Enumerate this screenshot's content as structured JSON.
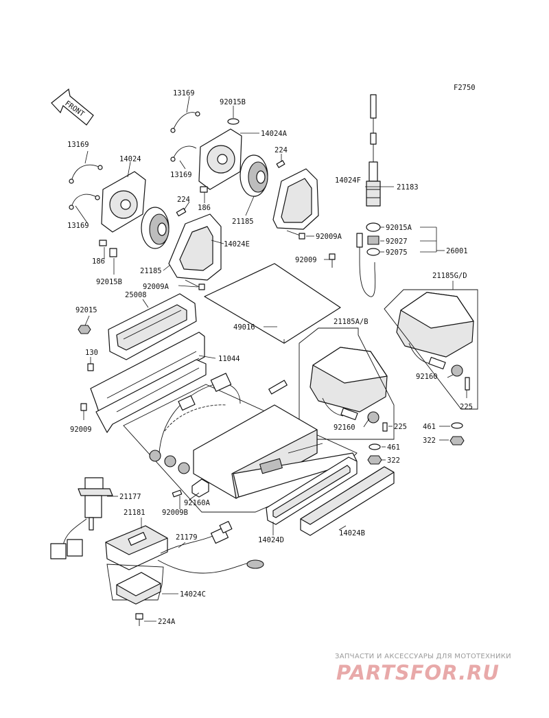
{
  "diagram_code": "F2750",
  "front_label": "FRONT",
  "parts": {
    "p13169_a": "13169",
    "p13169_b": "13169",
    "p13169_c": "13169",
    "p13169_d": "13169",
    "p92015b_a": "92015B",
    "p92015b_b": "92015B",
    "p14024a": "14024A",
    "p224_a": "224",
    "p224_b": "224",
    "p14024": "14024",
    "p186_a": "186",
    "p186_b": "186",
    "p21185_a": "21185",
    "p21185_b": "21185",
    "p14024e": "14024E",
    "p14024f": "14024F",
    "p21183": "21183",
    "p92015a": "92015A",
    "p92027": "92027",
    "p92075": "92075",
    "p26001": "26001",
    "p92009a_a": "92009A",
    "p92009a_b": "92009A",
    "p92009_a": "92009",
    "p92009_b": "92009",
    "p21185gd": "21185G/D",
    "p25008": "25008",
    "p92015": "92015",
    "p49016": "49016",
    "p21185ab": "21185A/B",
    "p130": "130",
    "p11044": "11044",
    "p92160_a": "92160",
    "p92160_b": "92160",
    "p225_a": "225",
    "p225_b": "225",
    "p461_a": "461",
    "p461_b": "461",
    "p322_a": "322",
    "p322_b": "322",
    "p21177": "21177",
    "p92160a": "92160A",
    "p92009b": "92009B",
    "p21181": "21181",
    "p21179": "21179",
    "p14024d": "14024D",
    "p14024b": "14024B",
    "p14024c": "14024C",
    "p224a": "224A"
  },
  "watermark": {
    "tagline": "ЗАПЧАСТИ И АКСЕССУАРЫ ДЛЯ МОТОТЕХНИКИ",
    "logo": "PARTSFOR.RU"
  },
  "colors": {
    "line": "#111111",
    "background": "#ffffff",
    "watermark_text": "#9a9a9a",
    "watermark_logo": "#e8a9a9"
  }
}
